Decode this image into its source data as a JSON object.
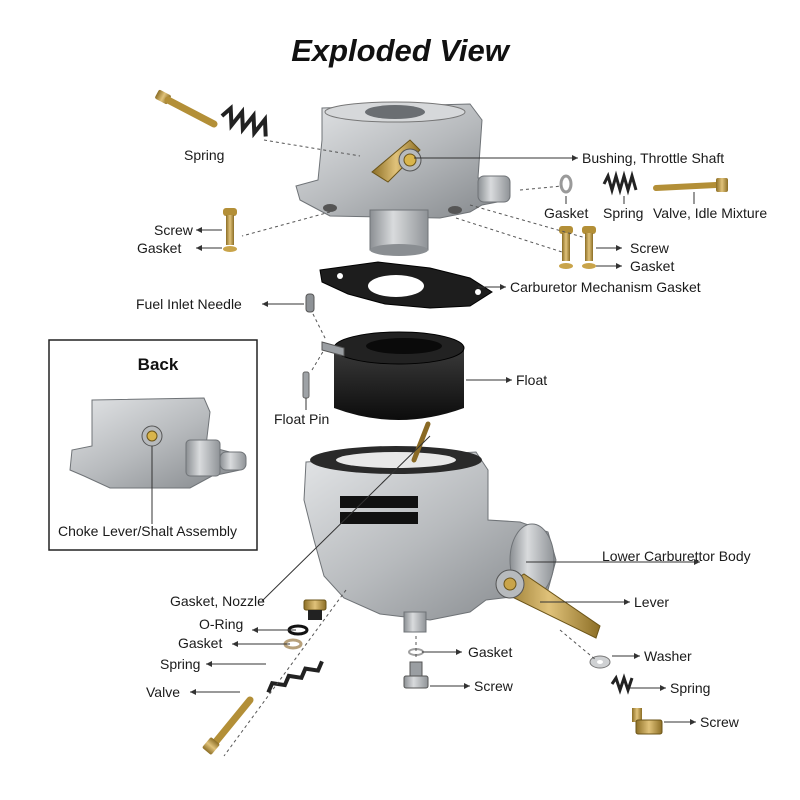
{
  "title": "Exploded View",
  "back_title": "Back",
  "labels": {
    "spring_top": "Spring",
    "bushing": "Bushing, Throttle Shaft",
    "gasket_right_top": "Gasket",
    "spring_right_top": "Spring",
    "valve_idle": "Valve, Idle Mixture",
    "screw_left_top": "Screw",
    "gasket_left_top": "Gasket",
    "screw_right_mid": "Screw",
    "gasket_right_mid": "Gasket",
    "carb_gasket": "Carburetor Mechanism Gasket",
    "fuel_needle": "Fuel Inlet Needle",
    "float": "Float",
    "float_pin": "Float Pin",
    "choke": "Choke Lever/Shalt Assembly",
    "lower_body": "Lower Carburettor Body",
    "gasket_nozzle": "Gasket, Nozzle",
    "lever": "Lever",
    "o_ring": "O-Ring",
    "gasket_left_low": "Gasket",
    "gasket_mid_low": "Gasket",
    "washer": "Washer",
    "spring_left_low": "Spring",
    "screw_mid_low": "Screw",
    "spring_right_low": "Spring",
    "valve_left_low": "Valve",
    "screw_right_low": "Screw"
  },
  "colors": {
    "metal": "#b9bcbf",
    "metal_dark": "#7d8184",
    "brass": "#c9a44a",
    "spring": "#222222",
    "float": "#141414"
  }
}
